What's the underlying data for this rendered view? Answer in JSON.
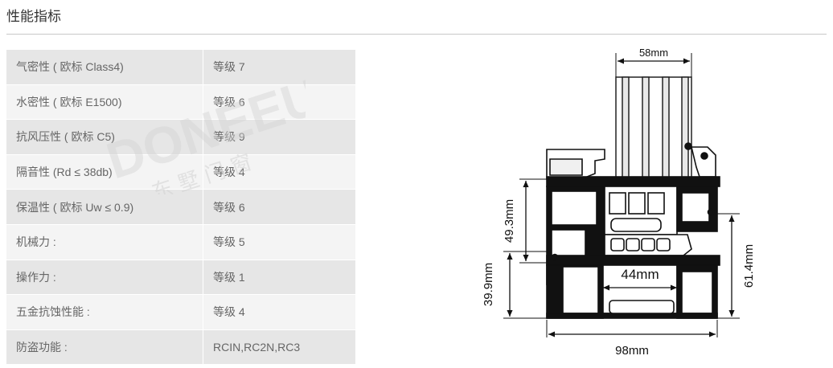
{
  "page": {
    "title": "性能指标"
  },
  "specs": [
    {
      "label": "气密性 ( 欧标 Class4)",
      "value": "等级 7"
    },
    {
      "label": "水密性 ( 欧标 E1500)",
      "value": "等级 6"
    },
    {
      "label": "抗风压性 ( 欧标 C5)",
      "value": "等级 9"
    },
    {
      "label": "隔音性 (Rd ≤ 38db)",
      "value": "等级 4"
    },
    {
      "label": "保温性 ( 欧标 Uw ≤ 0.9)",
      "value": "等级 6"
    },
    {
      "label": "机械力 :",
      "value": "等级 5"
    },
    {
      "label": "操作力 :",
      "value": "等级 1"
    },
    {
      "label": "五金抗蚀性能 :",
      "value": "等级 4"
    },
    {
      "label": "防盗功能 :",
      "value": "RCIN,RC2N,RC3"
    }
  ],
  "watermark": {
    "latin": "DONEEU",
    "chinese": "东 墅 门 窗"
  },
  "diagram": {
    "dim_top": "58mm",
    "dim_left_upper": "49.3mm",
    "dim_left_lower": "39.9mm",
    "dim_right": "61.4mm",
    "dim_inner": "44mm",
    "dim_bottom": "98mm"
  }
}
